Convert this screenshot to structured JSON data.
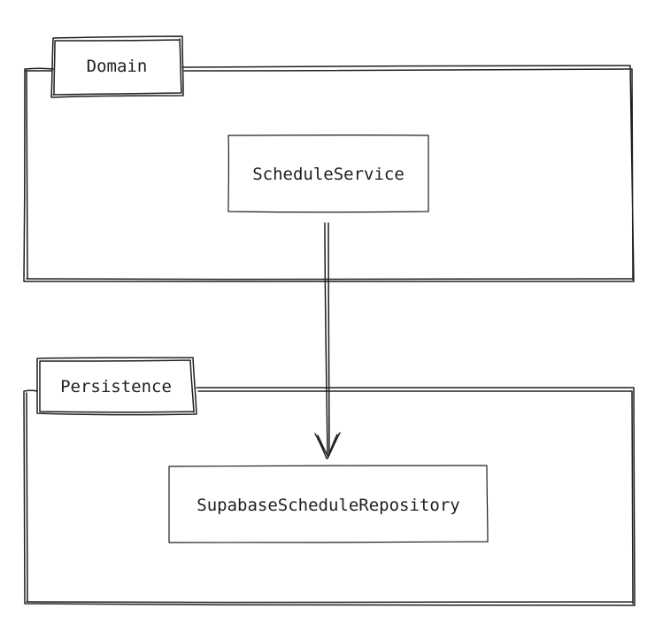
{
  "diagram": {
    "colors": {
      "stroke": "#1e1e1e",
      "background": "#ffffff"
    },
    "groups": {
      "domain": {
        "label": "Domain"
      },
      "persistence": {
        "label": "Persistence"
      }
    },
    "nodes": {
      "schedule_service": {
        "label": "ScheduleService"
      },
      "supabase_repository": {
        "label": "SupabaseScheduleRepository"
      }
    },
    "edges": [
      {
        "from": "ScheduleService",
        "to": "SupabaseScheduleRepository",
        "style": "arrow"
      }
    ]
  }
}
